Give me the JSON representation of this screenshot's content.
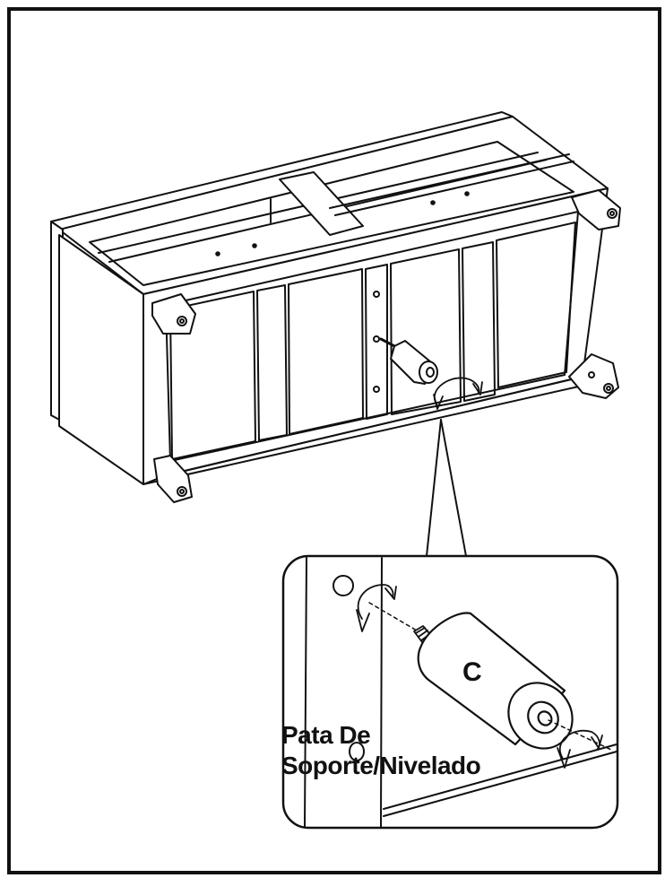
{
  "diagram": {
    "part_letter": "C",
    "part_name_line1": "Pata De",
    "part_name_line2": "Soporte/Nivelado",
    "colors": {
      "line": "#111111",
      "background": "#ffffff"
    },
    "icons": [
      "rotate-arrow-icon",
      "threaded-bolt-icon",
      "leveling-leg-icon"
    ]
  }
}
